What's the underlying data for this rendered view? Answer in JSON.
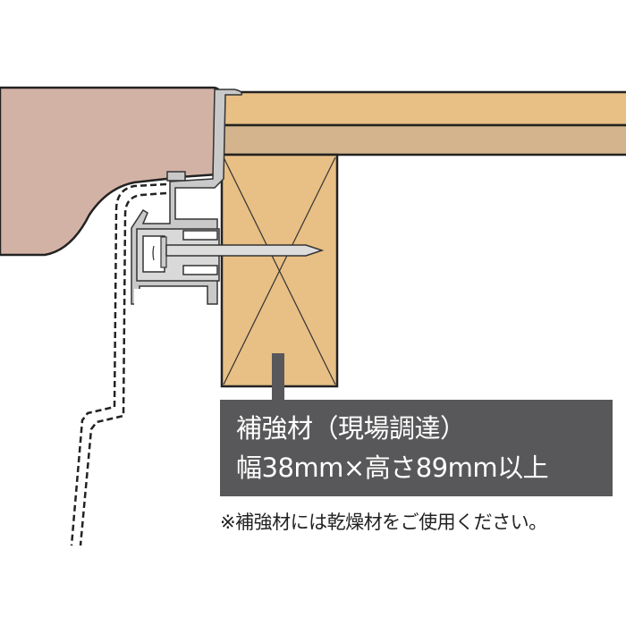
{
  "label": {
    "line1": "補強材（現場調達）",
    "line2": "幅38mm×高さ89mm以上"
  },
  "note": "※補強材には乾燥材をご使用ください。",
  "colors": {
    "countertop": "#d3b2a6",
    "wood_light": "#e8bf84",
    "wood_tan": "#d4b48c",
    "aluminium": "#c9c9c9",
    "label_bg": "#58585a"
  }
}
